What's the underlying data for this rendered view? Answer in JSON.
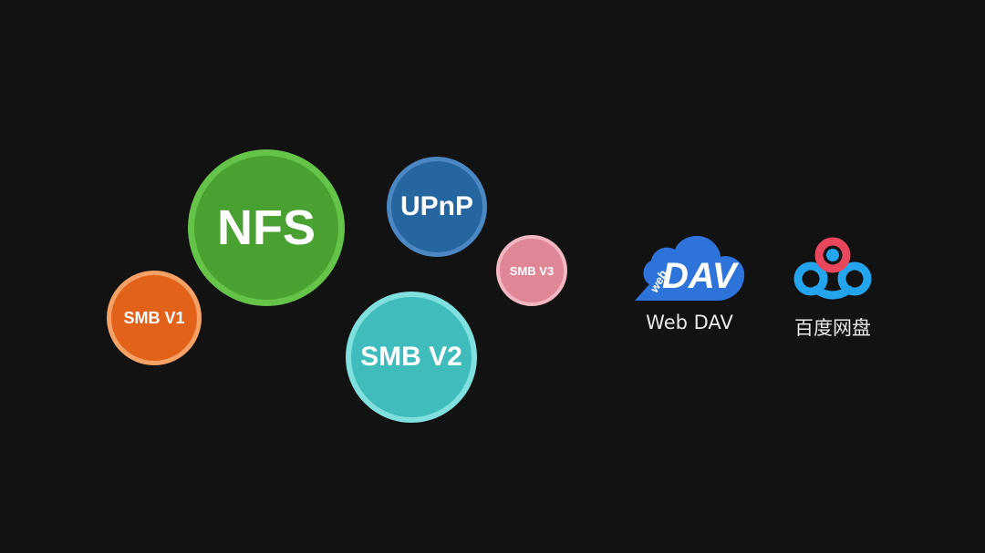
{
  "colors": {
    "background": "#121212",
    "nfs_fill": "#48a130",
    "nfs_ring": "#65c34a",
    "upnp_fill": "#2565a0",
    "upnp_ring": "#4a87c3",
    "smbv1_fill": "#e3621a",
    "smbv1_ring": "#f6a267",
    "smbv2_fill": "#40bcbc",
    "smbv2_ring": "#7fe0df",
    "smbv3_fill": "#e08797",
    "smbv3_ring": "#f3b6c3",
    "webdav_cloud": "#2e73d9",
    "baidu_blue": "#24a4ec",
    "baidu_red": "#e8465c",
    "label_text": "#e8e8e8"
  },
  "protocols": {
    "nfs": "NFS",
    "upnp": "UPnP",
    "smb_v1": "SMB V1",
    "smb_v2": "SMB V2",
    "smb_v3": "SMB V3"
  },
  "services": {
    "webdav": {
      "logo_small": "web",
      "logo_main": "DAV",
      "label": "Web DAV",
      "icon": "webdav-cloud-icon"
    },
    "baidu": {
      "label": "百度网盘",
      "icon": "baidu-netdisk-icon"
    }
  }
}
